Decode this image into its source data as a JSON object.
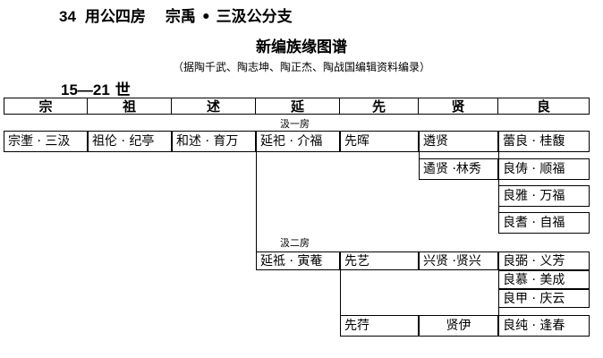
{
  "header": {
    "number": "34",
    "house": "用公四房",
    "branch": "宗禹 • 三汲公分支",
    "subtitle": "新编族缘图谱",
    "sources": "（据陶千武、陶志坤、陶正杰、陶战国编辑资料编录）",
    "generations_num": "15—21",
    "generations_unit": "世"
  },
  "columns": [
    "宗",
    "祖",
    "述",
    "延",
    "先",
    "贤",
    "良"
  ],
  "notes": {
    "house1": "汲一房",
    "house2": "汲二房"
  },
  "tree": {
    "zong": "宗壍 · 三汲",
    "zu": "祖伦 · 纪亭",
    "shu": "和述 · 育万",
    "yan1": "延祀 · 介福",
    "xian1": "先晖",
    "xian1_xian_a": "遴贤",
    "xian1_xian_b": "遹贤 ·林秀",
    "liang_a1": "蕾良 · 桂馥",
    "liang_b1": "良俦 · 顺福",
    "liang_b2": "良雅 · 万福",
    "liang_b3": "良耆 · 自福",
    "yan2": "延祗 · 寅菴",
    "xian2": "先艺",
    "xian2_xian": "兴贤 ·贤兴",
    "liang_c1": "良弼 · 义芳",
    "liang_c2": "良慕 · 美成",
    "liang_c3": "良甲 · 庆云",
    "xian3": "先荇",
    "xian3_xian": "贤伊",
    "liang_d1": "良纯 · 逢春"
  }
}
